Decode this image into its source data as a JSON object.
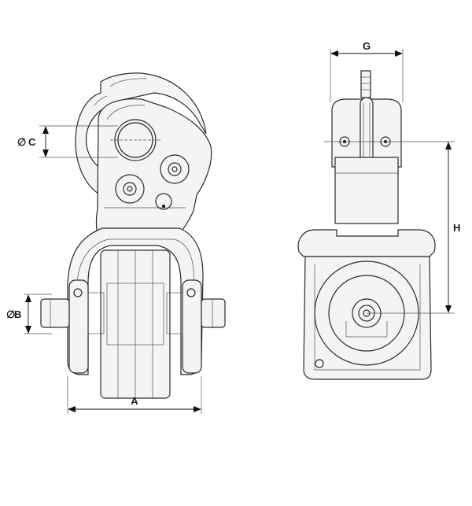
{
  "dimensions": {
    "A": {
      "label": "A"
    },
    "B": {
      "label": "B",
      "prefix": "∅"
    },
    "C": {
      "label": "C",
      "prefix": "∅"
    },
    "G": {
      "label": "G"
    },
    "H": {
      "label": "H"
    }
  },
  "colors": {
    "line": "#2a2a2a",
    "background": "#ffffff"
  }
}
